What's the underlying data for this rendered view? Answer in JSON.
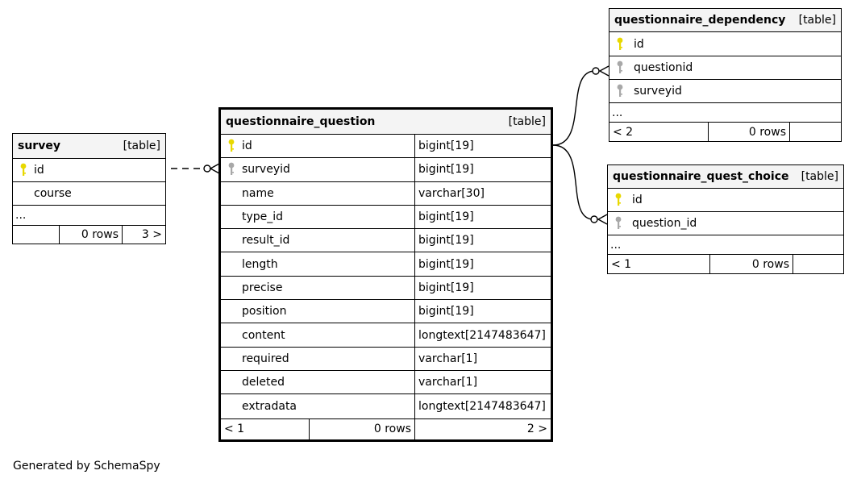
{
  "tables": {
    "survey": {
      "name": "survey",
      "kind": "[table]",
      "columns": [
        {
          "name": "id",
          "key": "primary"
        },
        {
          "name": "course",
          "key": "none"
        }
      ],
      "more": "...",
      "footer": {
        "left": "",
        "rows": "0 rows",
        "right": "3 >"
      }
    },
    "questionnaire_question": {
      "name": "questionnaire_question",
      "kind": "[table]",
      "columns": [
        {
          "name": "id",
          "type": "bigint[19]",
          "key": "primary"
        },
        {
          "name": "surveyid",
          "type": "bigint[19]",
          "key": "foreign"
        },
        {
          "name": "name",
          "type": "varchar[30]",
          "key": "none"
        },
        {
          "name": "type_id",
          "type": "bigint[19]",
          "key": "none"
        },
        {
          "name": "result_id",
          "type": "bigint[19]",
          "key": "none"
        },
        {
          "name": "length",
          "type": "bigint[19]",
          "key": "none"
        },
        {
          "name": "precise",
          "type": "bigint[19]",
          "key": "none"
        },
        {
          "name": "position",
          "type": "bigint[19]",
          "key": "none"
        },
        {
          "name": "content",
          "type": "longtext[2147483647]",
          "key": "none"
        },
        {
          "name": "required",
          "type": "varchar[1]",
          "key": "none"
        },
        {
          "name": "deleted",
          "type": "varchar[1]",
          "key": "none"
        },
        {
          "name": "extradata",
          "type": "longtext[2147483647]",
          "key": "none"
        }
      ],
      "footer": {
        "left": "< 1",
        "rows": "0 rows",
        "right": "2 >"
      }
    },
    "questionnaire_dependency": {
      "name": "questionnaire_dependency",
      "kind": "[table]",
      "columns": [
        {
          "name": "id",
          "key": "primary"
        },
        {
          "name": "questionid",
          "key": "foreign"
        },
        {
          "name": "surveyid",
          "key": "foreign"
        }
      ],
      "more": "...",
      "footer": {
        "left": "< 2",
        "rows": "0 rows",
        "right": ""
      }
    },
    "questionnaire_quest_choice": {
      "name": "questionnaire_quest_choice",
      "kind": "[table]",
      "columns": [
        {
          "name": "id",
          "key": "primary"
        },
        {
          "name": "question_id",
          "key": "foreign"
        }
      ],
      "more": "...",
      "footer": {
        "left": "< 1",
        "rows": "0 rows",
        "right": ""
      }
    }
  },
  "credit": "Generated by SchemaSpy",
  "colors": {
    "primary_key": "#e8d800",
    "foreign_key": "#a8a8a8",
    "header_bg": "#f4f4f4"
  }
}
